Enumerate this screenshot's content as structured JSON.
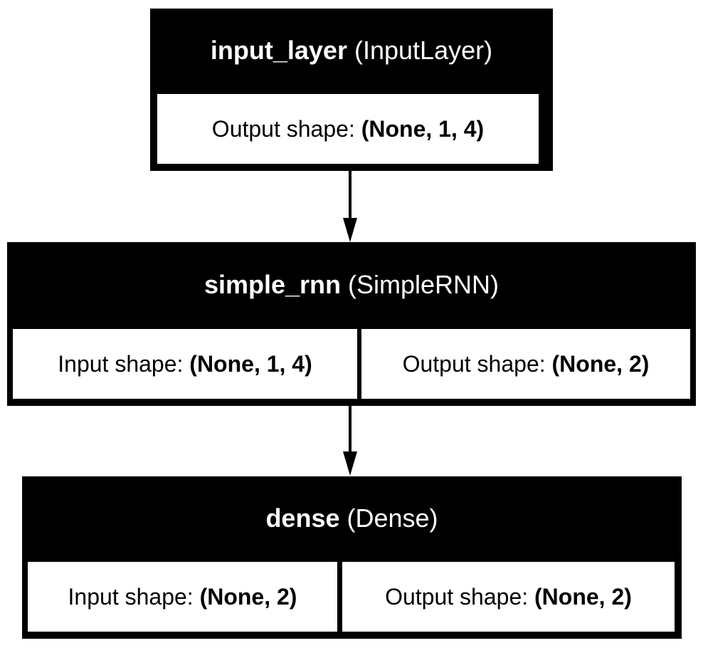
{
  "nodes": [
    {
      "name": "input_layer",
      "class": "(InputLayer)",
      "output_label": "Output shape:",
      "output_value": "(None, 1, 4)"
    },
    {
      "name": "simple_rnn",
      "class": "(SimpleRNN)",
      "input_label": "Input shape:",
      "input_value": "(None, 1, 4)",
      "output_label": "Output shape:",
      "output_value": "(None, 2)"
    },
    {
      "name": "dense",
      "class": "(Dense)",
      "input_label": "Input shape:",
      "input_value": "(None, 2)",
      "output_label": "Output shape:",
      "output_value": "(None, 2)"
    }
  ],
  "colors": {
    "node_fill": "#000000",
    "cell_fill": "#ffffff",
    "header_text": "#ffffff",
    "cell_text": "#000000"
  }
}
